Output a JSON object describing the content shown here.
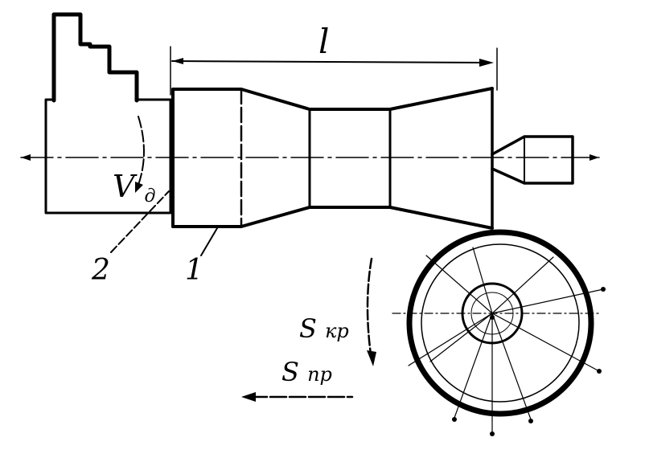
{
  "labels": {
    "length": "l",
    "velocity": "V",
    "velocity_sub": "д",
    "workpiece_num": "1",
    "chuck_num": "2",
    "s_cross": "S",
    "s_cross_sub": "кр",
    "s_long": "S",
    "s_long_sub": "пр"
  },
  "colors": {
    "ink": "#000000",
    "paper": "#ffffff"
  }
}
